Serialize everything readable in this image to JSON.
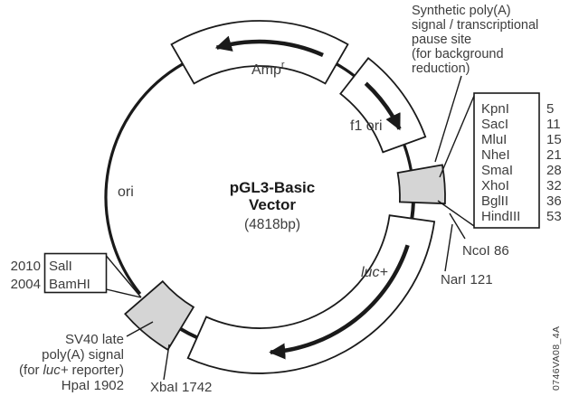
{
  "vector": {
    "title_line1": "pGL3-Basic",
    "title_line2": "Vector",
    "size": "(4818bp)"
  },
  "regions": {
    "amp": {
      "label": "Amp",
      "sup": "r"
    },
    "f1_ori": "f1 ori",
    "ori": "ori",
    "luc": "luc+"
  },
  "synthetic_polya_note": {
    "line1": "Synthetic poly(A)",
    "line2": "signal / transcriptional",
    "line3": "pause site",
    "line4": "(for background",
    "line5": "reduction)"
  },
  "mcs_table": {
    "rows": [
      {
        "enzyme": "KpnI",
        "pos": "5"
      },
      {
        "enzyme": "SacI",
        "pos": "11"
      },
      {
        "enzyme": "MluI",
        "pos": "15"
      },
      {
        "enzyme": "NheI",
        "pos": "21"
      },
      {
        "enzyme": "SmaI",
        "pos": "28"
      },
      {
        "enzyme": "XhoI",
        "pos": "32"
      },
      {
        "enzyme": "BglII",
        "pos": "36"
      },
      {
        "enzyme": "HindIII",
        "pos": "53"
      }
    ]
  },
  "sites": {
    "ncoi": "NcoI 86",
    "nari": "NarI 121",
    "xbai": "XbaI 1742",
    "sali_pos": "2010",
    "sali": "SalI",
    "bamhi_pos": "2004",
    "bamhi": "BamHI"
  },
  "sv40_note": {
    "line1": "SV40 late",
    "line2": "poly(A) signal",
    "line3_pre": "(for",
    "line3_gene": "luc+",
    "line3_post": "reporter)",
    "line4": "HpaI 1902"
  },
  "figure_code": "0746VA08_4A",
  "colors": {
    "line": "#1a1a1a",
    "region_box_fill": "#d5d5d5",
    "text": "#3d3d3d",
    "background": "#ffffff"
  }
}
